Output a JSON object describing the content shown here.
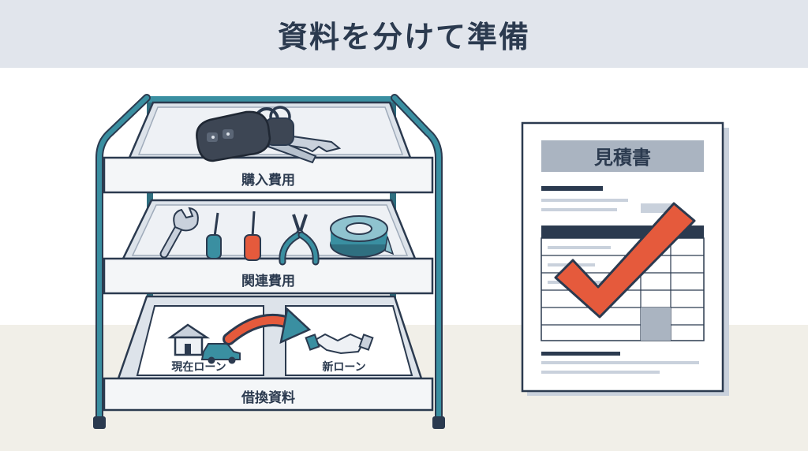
{
  "page": {
    "title": "資料を分けて準備"
  },
  "shelves": [
    {
      "label": "購入費用",
      "contents": [
        "car-key-icon"
      ]
    },
    {
      "label": "関連費用",
      "contents": [
        "wrench-icon",
        "screwdriver-green-icon",
        "screwdriver-red-icon",
        "pliers-icon",
        "tape-roll-icon"
      ]
    },
    {
      "label": "借換資料",
      "contents": [
        "house-icon",
        "car-icon",
        "arrow-icon",
        "handshake-icon"
      ]
    }
  ],
  "loan_papers": {
    "current": "現在ローン",
    "new": "新ローン"
  },
  "estimate": {
    "title": "見積書",
    "check": "checkmark-icon"
  },
  "colors": {
    "frame": "#3a8fa1",
    "navy": "#2b3a4f",
    "header_bg": "#e1e5ec",
    "floor": "#f1efe8",
    "check": "#e55a3c",
    "tray": "#eef1f5",
    "tray_edge": "#c9d1dc"
  }
}
